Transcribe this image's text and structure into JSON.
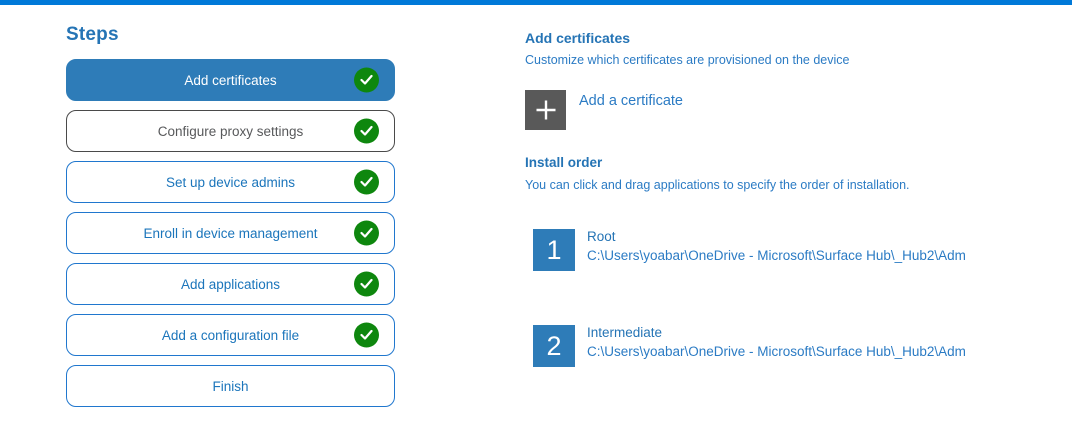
{
  "colors": {
    "accent_bar": "#0079d8",
    "primary_blue": "#2e7cb8",
    "border_blue": "#2077ce",
    "text_blue": "#2574b5",
    "text_blue_light": "#2b7bc4",
    "check_green": "#0e870e",
    "muted_gray": "#58595b",
    "tile_gray": "#595959"
  },
  "icons": {
    "step_complete": "check-icon",
    "add_certificate": "plus-icon"
  },
  "steps_panel": {
    "title": "Steps",
    "items": [
      {
        "label": "Add certificates",
        "selected": true,
        "completed": true
      },
      {
        "label": "Configure proxy settings",
        "selected": false,
        "completed": true
      },
      {
        "label": "Set up device admins",
        "selected": false,
        "completed": true
      },
      {
        "label": "Enroll in device management",
        "selected": false,
        "completed": true
      },
      {
        "label": "Add applications",
        "selected": false,
        "completed": true
      },
      {
        "label": "Add a configuration file",
        "selected": false,
        "completed": true
      },
      {
        "label": "Finish",
        "selected": false,
        "completed": false
      }
    ]
  },
  "content": {
    "title": "Add certificates",
    "subtitle": "Customize which certificates are provisioned on the device",
    "add_button_label": "Add a certificate",
    "install_order": {
      "title": "Install order",
      "description": "You can click and drag applications to specify the order of installation.",
      "items": [
        {
          "number": "1",
          "name": "Root",
          "path": "C:\\Users\\yoabar\\OneDrive - Microsoft\\Surface Hub\\_Hub2\\Adm"
        },
        {
          "number": "2",
          "name": "Intermediate",
          "path": "C:\\Users\\yoabar\\OneDrive - Microsoft\\Surface Hub\\_Hub2\\Adm"
        }
      ]
    }
  }
}
